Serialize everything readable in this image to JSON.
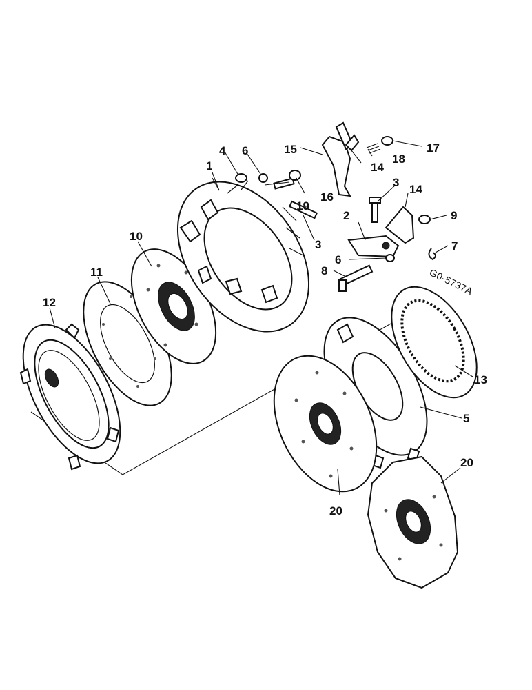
{
  "figure_ref": "G0-5737A",
  "callouts": [
    {
      "id": "c1",
      "label": "1"
    },
    {
      "id": "c2",
      "label": "2"
    },
    {
      "id": "c3a",
      "label": "3"
    },
    {
      "id": "c3b",
      "label": "3"
    },
    {
      "id": "c4",
      "label": "4"
    },
    {
      "id": "c5",
      "label": "5"
    },
    {
      "id": "c6a",
      "label": "6"
    },
    {
      "id": "c6b",
      "label": "6"
    },
    {
      "id": "c7",
      "label": "7"
    },
    {
      "id": "c8",
      "label": "8"
    },
    {
      "id": "c9",
      "label": "9"
    },
    {
      "id": "c10",
      "label": "10"
    },
    {
      "id": "c11",
      "label": "11"
    },
    {
      "id": "c12",
      "label": "12"
    },
    {
      "id": "c13",
      "label": "13"
    },
    {
      "id": "c14a",
      "label": "14"
    },
    {
      "id": "c14b",
      "label": "14"
    },
    {
      "id": "c15",
      "label": "15"
    },
    {
      "id": "c16",
      "label": "16"
    },
    {
      "id": "c17",
      "label": "17"
    },
    {
      "id": "c18",
      "label": "18"
    },
    {
      "id": "c19",
      "label": "19"
    },
    {
      "id": "c20a",
      "label": "20"
    },
    {
      "id": "c20b",
      "label": "20"
    }
  ]
}
